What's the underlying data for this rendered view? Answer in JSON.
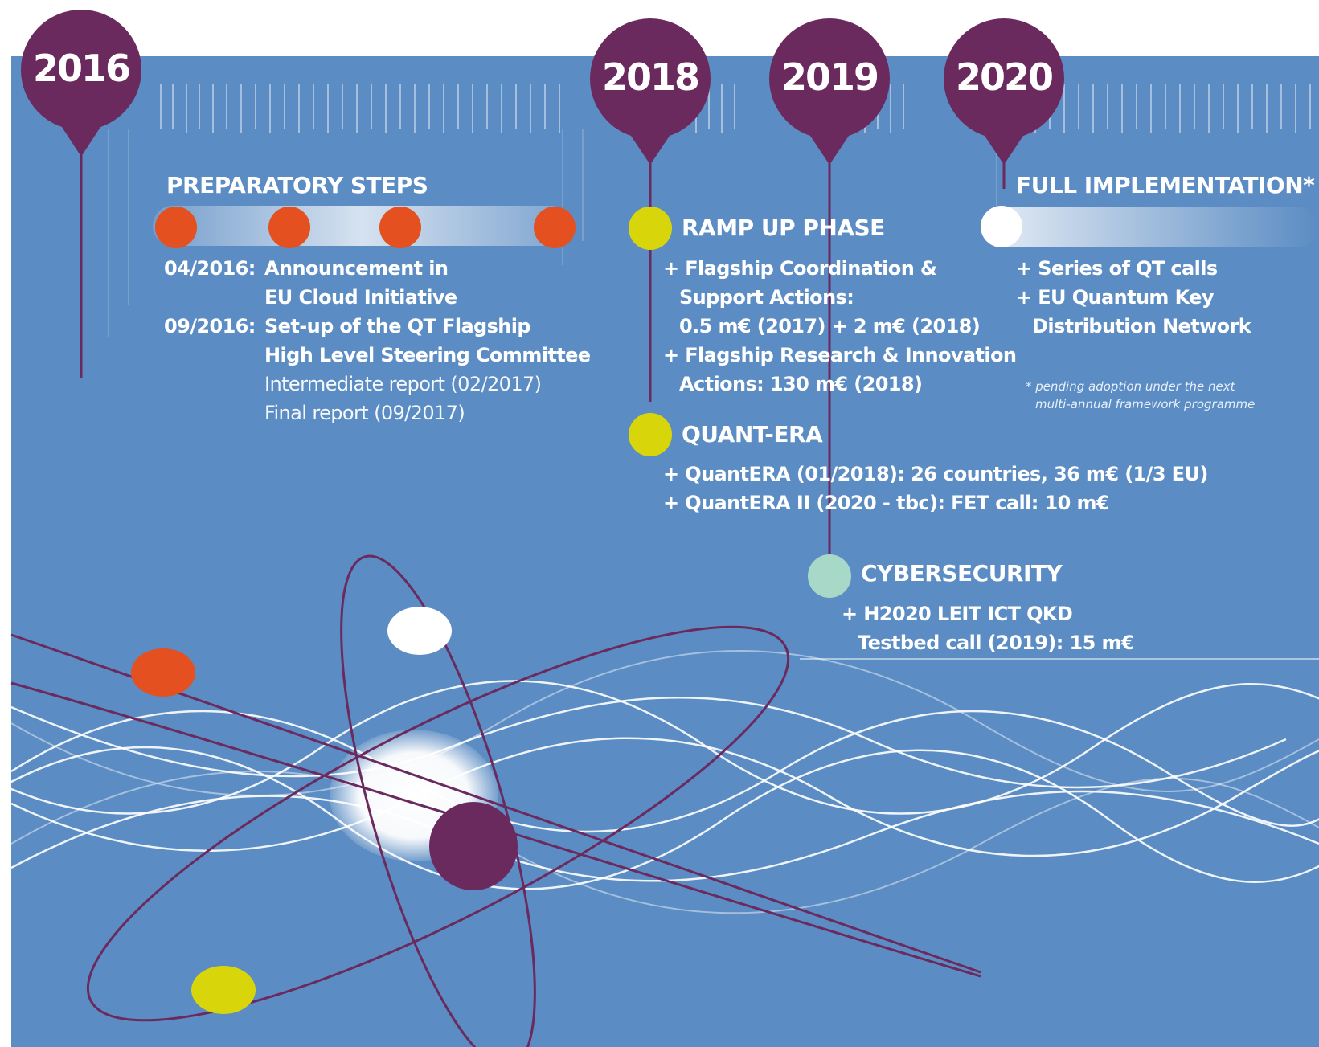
{
  "years": [
    "2016",
    "2018",
    "2019",
    "2020"
  ],
  "preparatory": {
    "heading": "PREPARATORY STEPS",
    "entries": [
      {
        "date": "04/2016:",
        "line1": "Announcement in",
        "line2": "EU Cloud Initiative"
      },
      {
        "date": "09/2016:",
        "line1": "Set-up of the QT Flagship",
        "line2": "High Level Steering Committee"
      }
    ],
    "reports": [
      "Intermediate report (02/2017)",
      "Final report (09/2017)"
    ]
  },
  "ramp_up": {
    "heading": "RAMP UP PHASE",
    "lines": [
      "+ Flagship Coordination &",
      "Support Actions:",
      "0.5 m€  (2017) + 2 m€ (2018)",
      "+ Flagship Research & Innovation",
      "Actions: 130 m€ (2018)"
    ]
  },
  "quant_era": {
    "heading": "QUANT-ERA",
    "lines": [
      "+ QuantERA (01/2018): 26 countries, 36 m€ (1/3 EU)",
      "+ QuantERA II (2020 - tbc):  FET call: 10 m€"
    ]
  },
  "cybersecurity": {
    "heading": "CYBERSECURITY",
    "lines": [
      "+ H2020 LEIT ICT QKD",
      "Testbed call (2019): 15 m€"
    ]
  },
  "full_implementation": {
    "heading": "FULL IMPLEMENTATION*",
    "lines": [
      "+ Series of QT calls",
      "+ EU Quantum Key",
      "Distribution Network"
    ],
    "footnote": [
      "* pending adoption under the next",
      "multi-annual framework programme"
    ]
  },
  "colors": {
    "background": "#5b8cc3",
    "purple": "#6b2a5e",
    "orange": "#e4501f",
    "yellow": "#d8d60a",
    "mint": "#a8d8c8",
    "white": "#ffffff"
  }
}
